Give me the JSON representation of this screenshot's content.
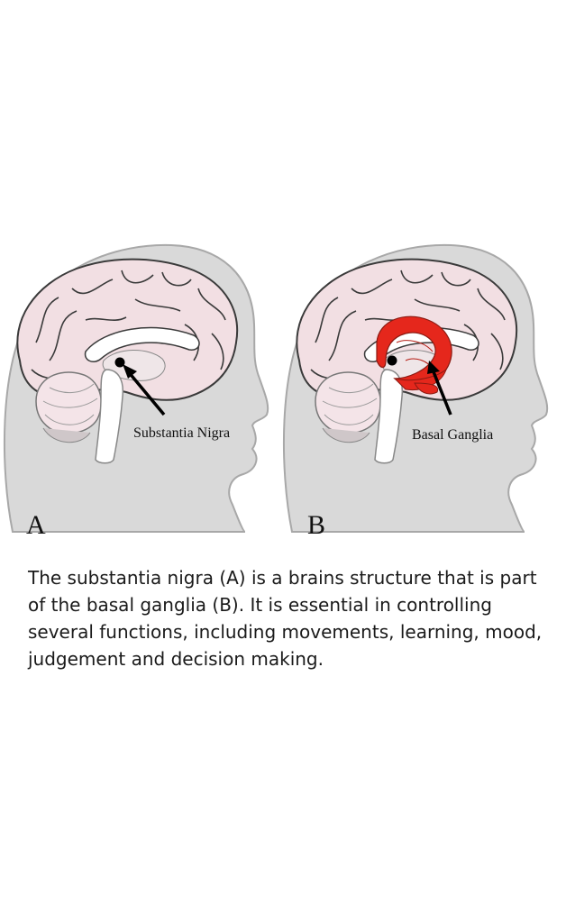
{
  "panels": [
    {
      "letter": "A",
      "label": "Substantia Nigra",
      "highlight": "substantia-nigra"
    },
    {
      "letter": "B",
      "label": "Basal Ganglia",
      "highlight": "basal-ganglia"
    }
  ],
  "caption": "The substantia nigra (A) is a brains structure that is part of the basal ganglia (B). It is essential in controlling several functions, including movements, learning, mood, judgement and decision making.",
  "colors": {
    "head": "#d9d9d9",
    "head_outline": "#a8a8a8",
    "brain": "#f2dfe3",
    "brain_outline": "#3a3a3a",
    "basal_ganglia": "#e5271c",
    "marker": "#000000"
  }
}
